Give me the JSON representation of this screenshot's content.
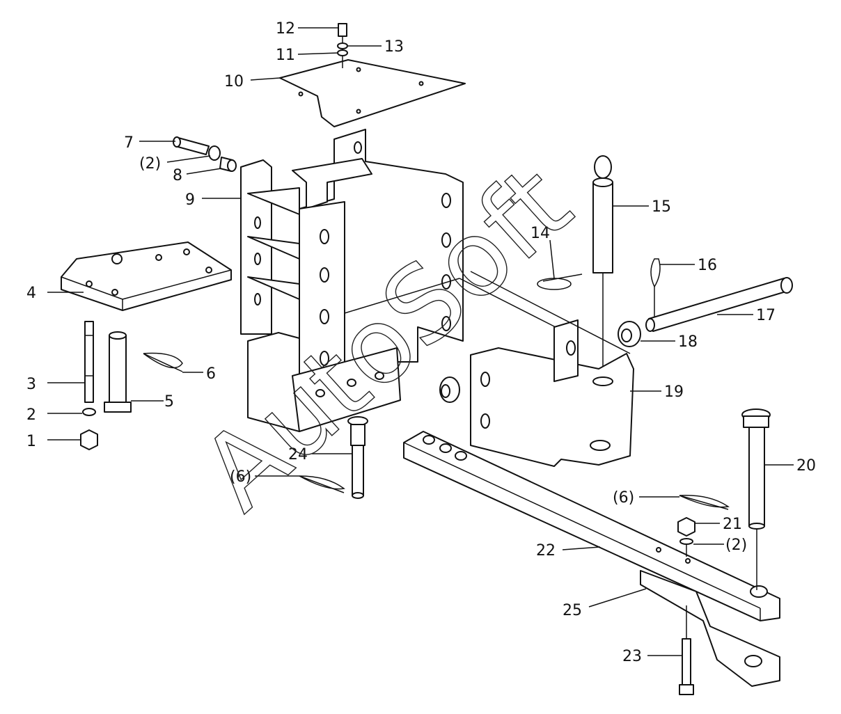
{
  "callouts": [
    {
      "id": "c1",
      "label": "1"
    },
    {
      "id": "c2",
      "label": "2"
    },
    {
      "id": "c3",
      "label": "3"
    },
    {
      "id": "c4",
      "label": "4"
    },
    {
      "id": "c5",
      "label": "5"
    },
    {
      "id": "c6",
      "label": "6"
    },
    {
      "id": "c7",
      "label": "7"
    },
    {
      "id": "c2b",
      "label": "(2)"
    },
    {
      "id": "c8",
      "label": "8"
    },
    {
      "id": "c9",
      "label": "9"
    },
    {
      "id": "c10",
      "label": "10"
    },
    {
      "id": "c11",
      "label": "11"
    },
    {
      "id": "c12",
      "label": "12"
    },
    {
      "id": "c13",
      "label": "13"
    },
    {
      "id": "c14",
      "label": "14"
    },
    {
      "id": "c15",
      "label": "15"
    },
    {
      "id": "c16",
      "label": "16"
    },
    {
      "id": "c17",
      "label": "17"
    },
    {
      "id": "c18",
      "label": "18"
    },
    {
      "id": "c19",
      "label": "19"
    },
    {
      "id": "c20",
      "label": "20"
    },
    {
      "id": "c6b",
      "label": "(6)"
    },
    {
      "id": "c21",
      "label": "21"
    },
    {
      "id": "c2c",
      "label": "(2)"
    },
    {
      "id": "c22",
      "label": "22"
    },
    {
      "id": "c24",
      "label": "24"
    },
    {
      "id": "c6c",
      "label": "(6)"
    },
    {
      "id": "c25",
      "label": "25"
    },
    {
      "id": "c23",
      "label": "23"
    }
  ],
  "watermark": "AutoSoft"
}
